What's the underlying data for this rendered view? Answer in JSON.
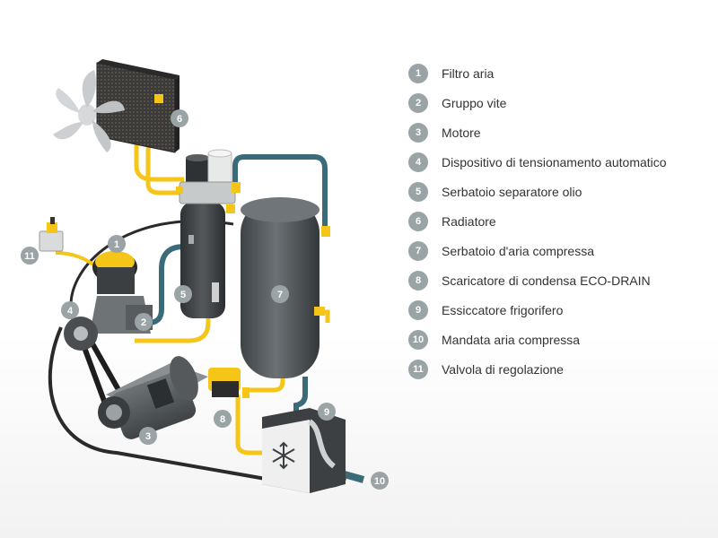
{
  "colors": {
    "pipe_yellow": "#f5c518",
    "pipe_teal": "#3b6a78",
    "component_dark": "#4a4f52",
    "badge": "#9aa3a6"
  },
  "diagram": {
    "badges": [
      "1",
      "2",
      "3",
      "4",
      "5",
      "6",
      "7",
      "8",
      "9",
      "10",
      "11"
    ],
    "icons": [
      "fan-icon",
      "snowflake-icon"
    ]
  },
  "legend": [
    {
      "number": "1",
      "label": "Filtro aria"
    },
    {
      "number": "2",
      "label": "Gruppo vite"
    },
    {
      "number": "3",
      "label": "Motore"
    },
    {
      "number": "4",
      "label": "Dispositivo di tensionamento automatico"
    },
    {
      "number": "5",
      "label": "Serbatoio separatore olio"
    },
    {
      "number": "6",
      "label": "Radiatore"
    },
    {
      "number": "7",
      "label": "Serbatoio d'aria compressa"
    },
    {
      "number": "8",
      "label": "Scaricatore di condensa ECO-DRAIN"
    },
    {
      "number": "9",
      "label": "Essiccatore frigorifero"
    },
    {
      "number": "10",
      "label": "Mandata aria compressa"
    },
    {
      "number": "11",
      "label": "Valvola di regolazione"
    }
  ]
}
